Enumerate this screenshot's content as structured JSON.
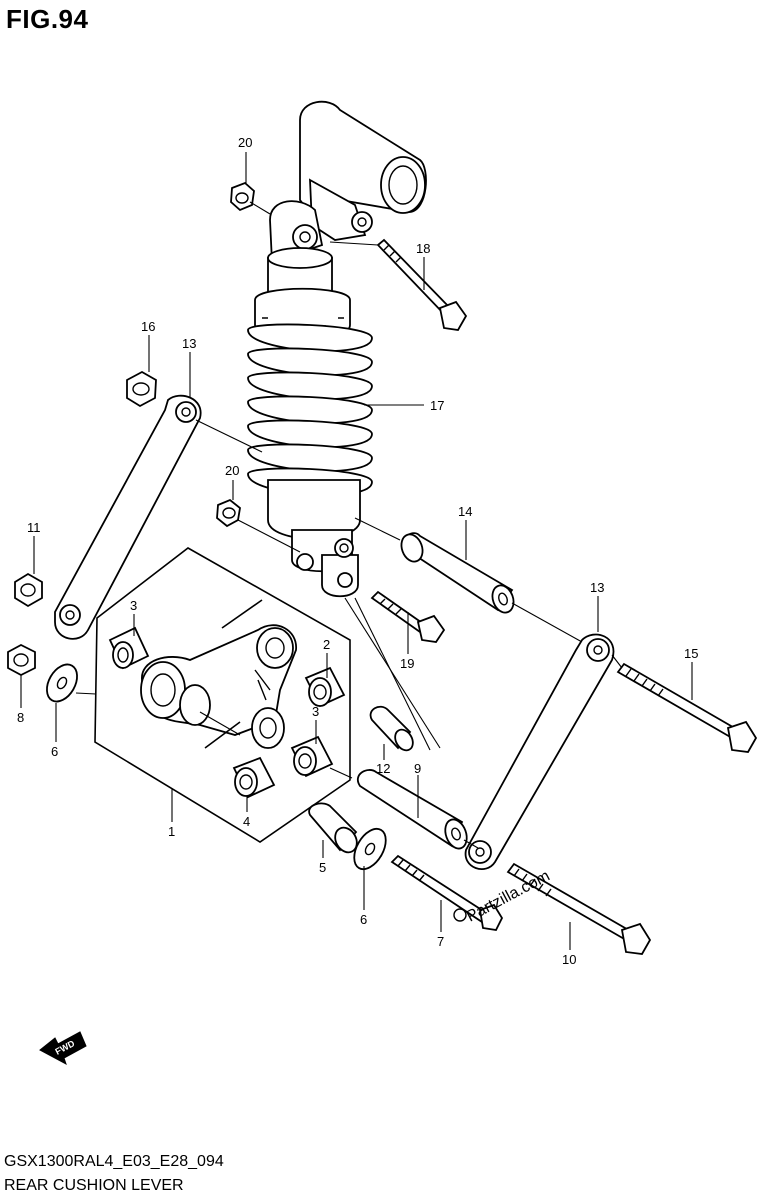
{
  "figure": {
    "title": "FIG.94",
    "model_code": "GSX1300RAL4_E03_E28_094",
    "diagram_name": "REAR CUSHION LEVER",
    "watermark": "Partzilla.com",
    "fwd_label": "FWD"
  },
  "callouts": [
    {
      "id": "c20a",
      "label": "20"
    },
    {
      "id": "c18",
      "label": "18"
    },
    {
      "id": "c16",
      "label": "16"
    },
    {
      "id": "c13a",
      "label": "13"
    },
    {
      "id": "c17",
      "label": "17"
    },
    {
      "id": "c20b",
      "label": "20"
    },
    {
      "id": "c11",
      "label": "11"
    },
    {
      "id": "c14",
      "label": "14"
    },
    {
      "id": "c13b",
      "label": "13"
    },
    {
      "id": "c3a",
      "label": "3"
    },
    {
      "id": "c15",
      "label": "15"
    },
    {
      "id": "c2",
      "label": "2"
    },
    {
      "id": "c19",
      "label": "19"
    },
    {
      "id": "c8",
      "label": "8"
    },
    {
      "id": "c3b",
      "label": "3"
    },
    {
      "id": "c6a",
      "label": "6"
    },
    {
      "id": "c12",
      "label": "12"
    },
    {
      "id": "c9",
      "label": "9"
    },
    {
      "id": "c1",
      "label": "1"
    },
    {
      "id": "c4",
      "label": "4"
    },
    {
      "id": "c5",
      "label": "5"
    },
    {
      "id": "c6b",
      "label": "6"
    },
    {
      "id": "c7",
      "label": "7"
    },
    {
      "id": "c10",
      "label": "10"
    }
  ]
}
